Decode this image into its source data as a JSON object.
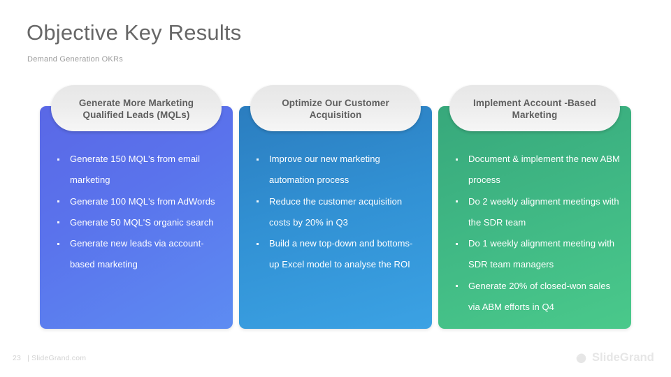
{
  "slide": {
    "title": "Objective Key Results",
    "subtitle": "Demand Generation OKRs",
    "title_color": "#676767",
    "subtitle_color": "#9b9b9b",
    "background": "#ffffff"
  },
  "columns": [
    {
      "header": "Generate More Marketing Qualified Leads (MQLs)",
      "accent_top": "#5a68e6",
      "accent_bottom": "#5d8cf2",
      "bullets": [
        "Generate 150 MQL's from email marketing",
        "Generate 100 MQL's from AdWords",
        "Generate 50 MQL'S organic search",
        "Generate new leads via account-based marketing"
      ]
    },
    {
      "header": "Optimize Our Customer Acquisition",
      "accent_top": "#2b7dbf",
      "accent_bottom": "#3ba2e4",
      "bullets": [
        "Improve our new marketing automation process",
        "Reduce the customer acquisition costs by 20% in Q3",
        "Build a new top-down and bottoms-up Excel model to analyse the ROI"
      ]
    },
    {
      "header": "Implement Account -Based Marketing",
      "accent_top": "#37a87b",
      "accent_bottom": "#4ac98b",
      "bullets": [
        "Document & implement the new ABM process",
        "Do 2 weekly alignment meetings with the SDR team",
        "Do 1 weekly alignment meeting with SDR team managers",
        "Generate 20% of closed-won sales via ABM efforts in Q4"
      ]
    }
  ],
  "footer": {
    "page_number": "23",
    "site": "| SlideGrand.com",
    "brand_name": "SlideGrand",
    "text_color": "#d2d2d2",
    "brand_color": "#e6e6e6"
  }
}
